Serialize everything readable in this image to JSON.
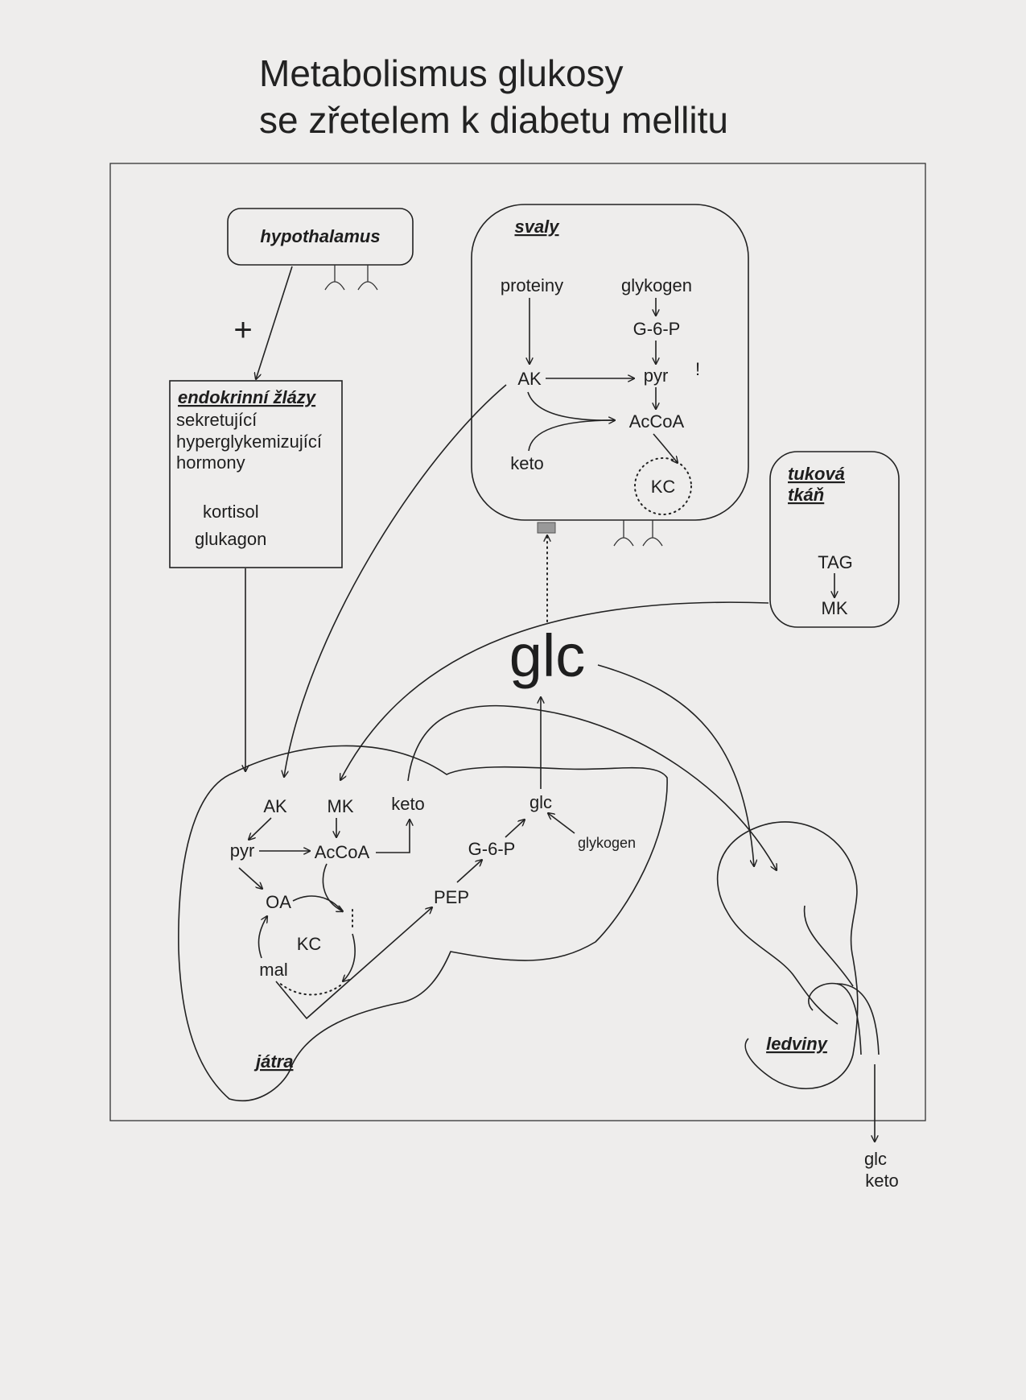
{
  "title": {
    "line1": "Metabolismus glukosy",
    "line2": "se zřetelem k diabetu mellitu"
  },
  "hypothalamus": {
    "label": "hypothalamus"
  },
  "plus_sign": "+",
  "endocrine": {
    "title": "endokrinní žlázy",
    "line1": "sekretující",
    "line2": "hyperglykemizující",
    "line3": "hormony",
    "hormone1": "kortisol",
    "hormone2": "glukagon"
  },
  "muscle": {
    "title": "svaly",
    "proteins": "proteiny",
    "glycogen": "glykogen",
    "g6p": "G-6-P",
    "ak": "AK",
    "pyr": "pyr",
    "accoa": "AcCoA",
    "keto": "keto",
    "kc": "KC"
  },
  "adipose": {
    "title_line1": "tuková",
    "title_line2": "tkáň",
    "tag": "TAG",
    "mk": "MK"
  },
  "blood": {
    "glc": "glc"
  },
  "liver": {
    "title": "játra",
    "ak": "AK",
    "mk": "MK",
    "keto": "keto",
    "glc": "glc",
    "pyr": "pyr",
    "accoa": "AcCoA",
    "g6p": "G-6-P",
    "glycogen": "glykogen",
    "oa": "OA",
    "pep": "PEP",
    "kc": "KC",
    "mal": "mal"
  },
  "kidney": {
    "title": "ledviny",
    "out_glc": "glc",
    "out_keto": "keto"
  }
}
